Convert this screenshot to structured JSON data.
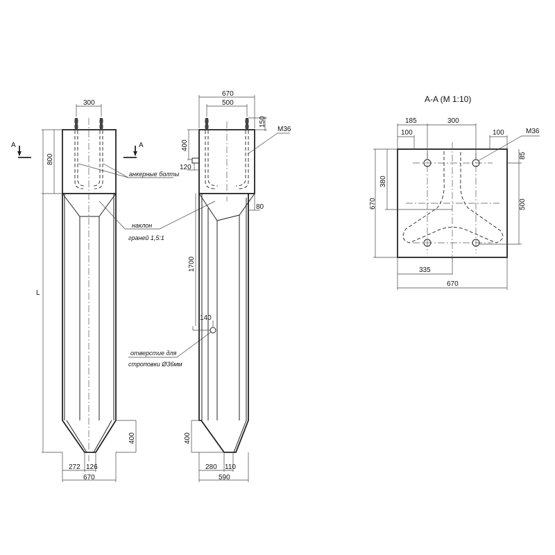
{
  "front_view": {
    "section_mark_left": "A",
    "section_mark_right": "A",
    "dim_bolt_spacing": "300",
    "dim_head_height": "800",
    "dim_length": "L",
    "dim_tip_height": "400",
    "dim_tip_offset": "272",
    "dim_tip_width": "126",
    "dim_width": "670"
  },
  "side_view": {
    "dim_width": "670",
    "dim_bolt_spacing": "500",
    "dim_bolt_projection": "150",
    "dim_lug_height": "400",
    "dim_lug": "120",
    "dim_step": "80",
    "dim_shaft": "1700",
    "dim_hole": "140",
    "dim_tip_height": "400",
    "dim_tip_offset": "280",
    "dim_tip_width": "110",
    "dim_bottom_width": "590",
    "bolt_label": "M36"
  },
  "annotations": {
    "anchor_bolts": "анкерные болты",
    "slope_line1": "наклон",
    "slope_line2": "граней 1,5:1",
    "hole_line1": "отверстие для",
    "hole_line2": "строповки Ø36мм"
  },
  "section_view": {
    "title": "A-A (M 1:10)",
    "dim_185": "185",
    "dim_300": "300",
    "dim_100_left": "100",
    "dim_100_right": "100",
    "bolt_label": "M36",
    "dim_85": "85",
    "dim_380": "380",
    "dim_500": "500",
    "dim_670_left": "670",
    "dim_335": "335",
    "dim_670_bottom": "670"
  }
}
